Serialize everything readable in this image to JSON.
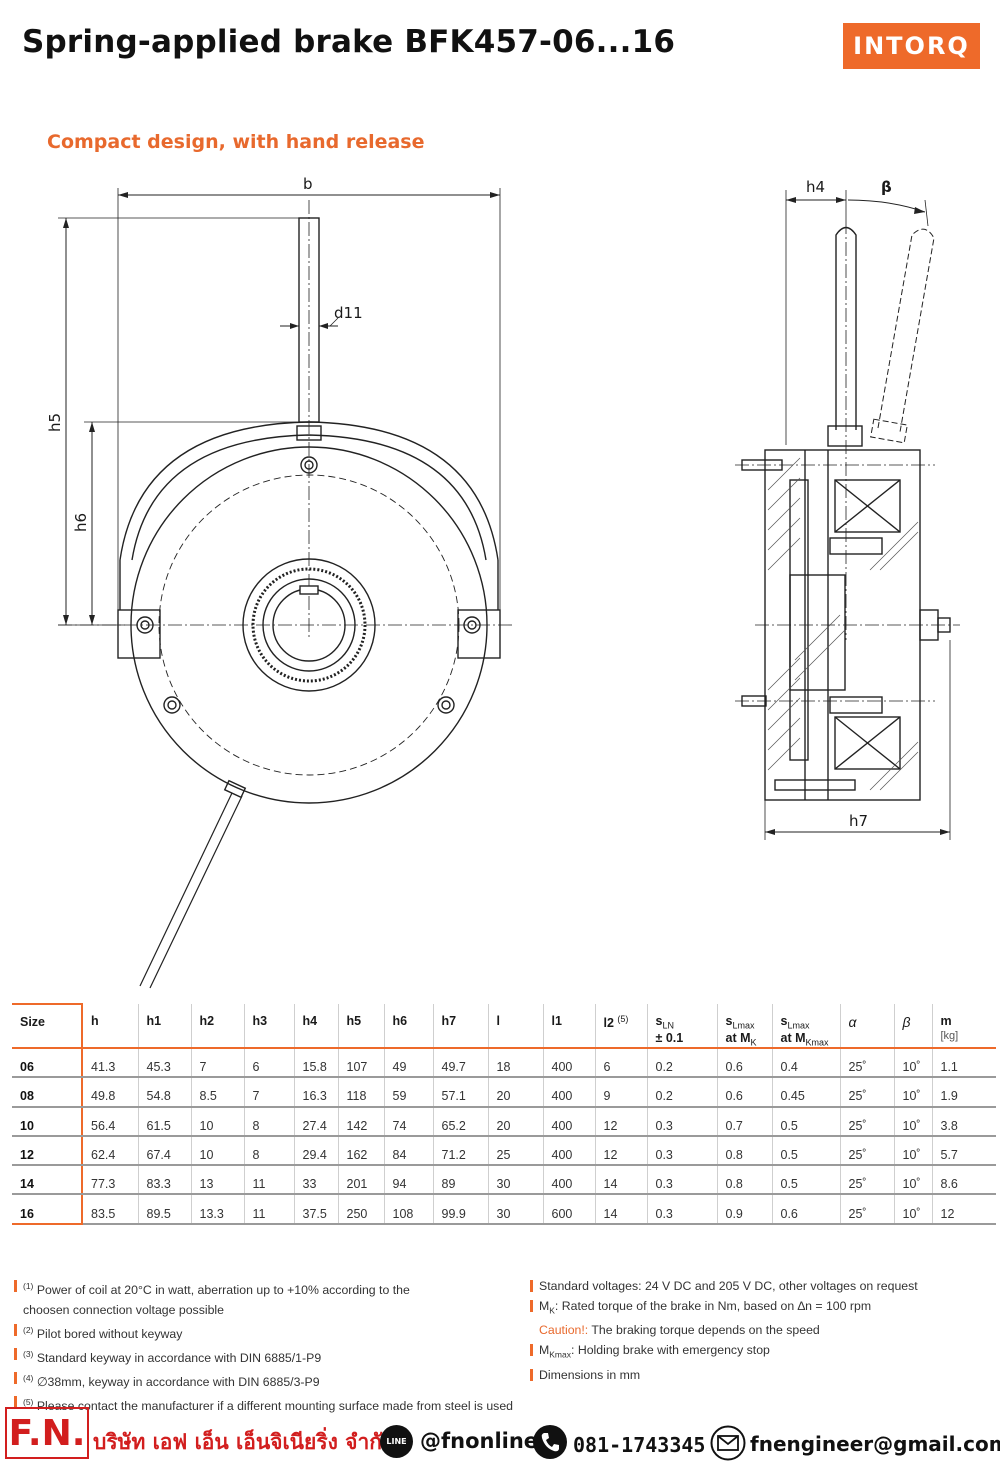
{
  "header": {
    "title": "Spring-applied brake BFK457-06...16",
    "logo_text": "INTORQ",
    "subtitle": "Compact design, with hand release"
  },
  "drawing": {
    "labels": {
      "b": "b",
      "d11": "d11",
      "h5": "h5",
      "h6": "h6",
      "h4": "h4",
      "beta": "β",
      "h7": "h7"
    }
  },
  "table": {
    "headers": {
      "size": "Size",
      "h": "h",
      "h1": "h1",
      "h2": "h2",
      "h3": "h3",
      "h4": "h4",
      "h5": "h5",
      "h6": "h6",
      "h7": "h7",
      "l": "l",
      "l1": "l1",
      "l2": "l2",
      "l2_note": "(5)",
      "sln_main": "s",
      "sln_sub": "LN",
      "sln_tol": "± 0.1",
      "slmax_mk_main": "s",
      "slmax_mk_sub": "Lmax",
      "slmax_mk_at": "at M",
      "slmax_mk_at_sub": "K",
      "slmax_mkmax_main": "s",
      "slmax_mkmax_sub": "Lmax",
      "slmax_mkmax_at": "at M",
      "slmax_mkmax_at_sub": "Kmax",
      "alpha": "α",
      "beta": "β",
      "m": "m",
      "m_unit": "[kg]"
    },
    "rows": [
      [
        "06",
        "41.3",
        "45.3",
        "7",
        "6",
        "15.8",
        "107",
        "49",
        "49.7",
        "18",
        "400",
        "6",
        "0.2",
        "0.6",
        "0.4",
        "25˚",
        "10˚",
        "1.1"
      ],
      [
        "08",
        "49.8",
        "54.8",
        "8.5",
        "7",
        "16.3",
        "118",
        "59",
        "57.1",
        "20",
        "400",
        "9",
        "0.2",
        "0.6",
        "0.45",
        "25˚",
        "10˚",
        "1.9"
      ],
      [
        "10",
        "56.4",
        "61.5",
        "10",
        "8",
        "27.4",
        "142",
        "74",
        "65.2",
        "20",
        "400",
        "12",
        "0.3",
        "0.7",
        "0.5",
        "25˚",
        "10˚",
        "3.8"
      ],
      [
        "12",
        "62.4",
        "67.4",
        "10",
        "8",
        "29.4",
        "162",
        "84",
        "71.2",
        "25",
        "400",
        "12",
        "0.3",
        "0.8",
        "0.5",
        "25˚",
        "10˚",
        "5.7"
      ],
      [
        "14",
        "77.3",
        "83.3",
        "13",
        "11",
        "33",
        "201",
        "94",
        "89",
        "30",
        "400",
        "14",
        "0.3",
        "0.8",
        "0.5",
        "25˚",
        "10˚",
        "8.6"
      ],
      [
        "16",
        "83.5",
        "89.5",
        "13.3",
        "11",
        "37.5",
        "250",
        "108",
        "99.9",
        "30",
        "600",
        "14",
        "0.3",
        "0.9",
        "0.6",
        "25˚",
        "10˚",
        "12"
      ]
    ]
  },
  "notes_left": {
    "n1_num": "(1)",
    "n1_text": "Power of coil at 20°C in watt, aberration up to +10% according to the",
    "n1_cont": "choosen connection voltage possible",
    "n2_num": "(2)",
    "n2_text": "Pilot bored without keyway",
    "n3_num": "(3)",
    "n3_text": "Standard keyway in accordance with DIN 6885/1-P9",
    "n4_num": "(4)",
    "n4_text": "∅38mm,  keyway in accordance with DIN 6885/3-P9",
    "n5_num": "(5)",
    "n5_text": "Please contact the manufacturer if a different mounting surface made from steel is used"
  },
  "notes_right": {
    "voltages": "Standard voltages: 24 V DC and 205 V DC, other voltages on request",
    "mk_main": "M",
    "mk_sub": "K",
    "mk_text": ": Rated torque of the brake in Nm, based on ∆n = 100 rpm",
    "caution_label": "Caution!:",
    "caution_text": " The braking torque depends on the speed",
    "mkmax_main": "M",
    "mkmax_sub": "Kmax",
    "mkmax_text": ": Holding brake with emergency stop",
    "dimensions": "Dimensions in mm"
  },
  "footer": {
    "fn_logo": "F.N.",
    "company_name": "บริษัท เอฟ เอ็น เอ็นจิเนียริ่ง จำกัด",
    "line_icon_text": "LINE",
    "line_id": "@fnonline",
    "phone": "081-1743345",
    "email": "fnengineer@gmail.com"
  },
  "colors": {
    "accent": "#ee6a2a",
    "footer_red": "#d21e1e"
  },
  "icons": [
    "line-icon",
    "phone-icon",
    "mail-icon"
  ]
}
